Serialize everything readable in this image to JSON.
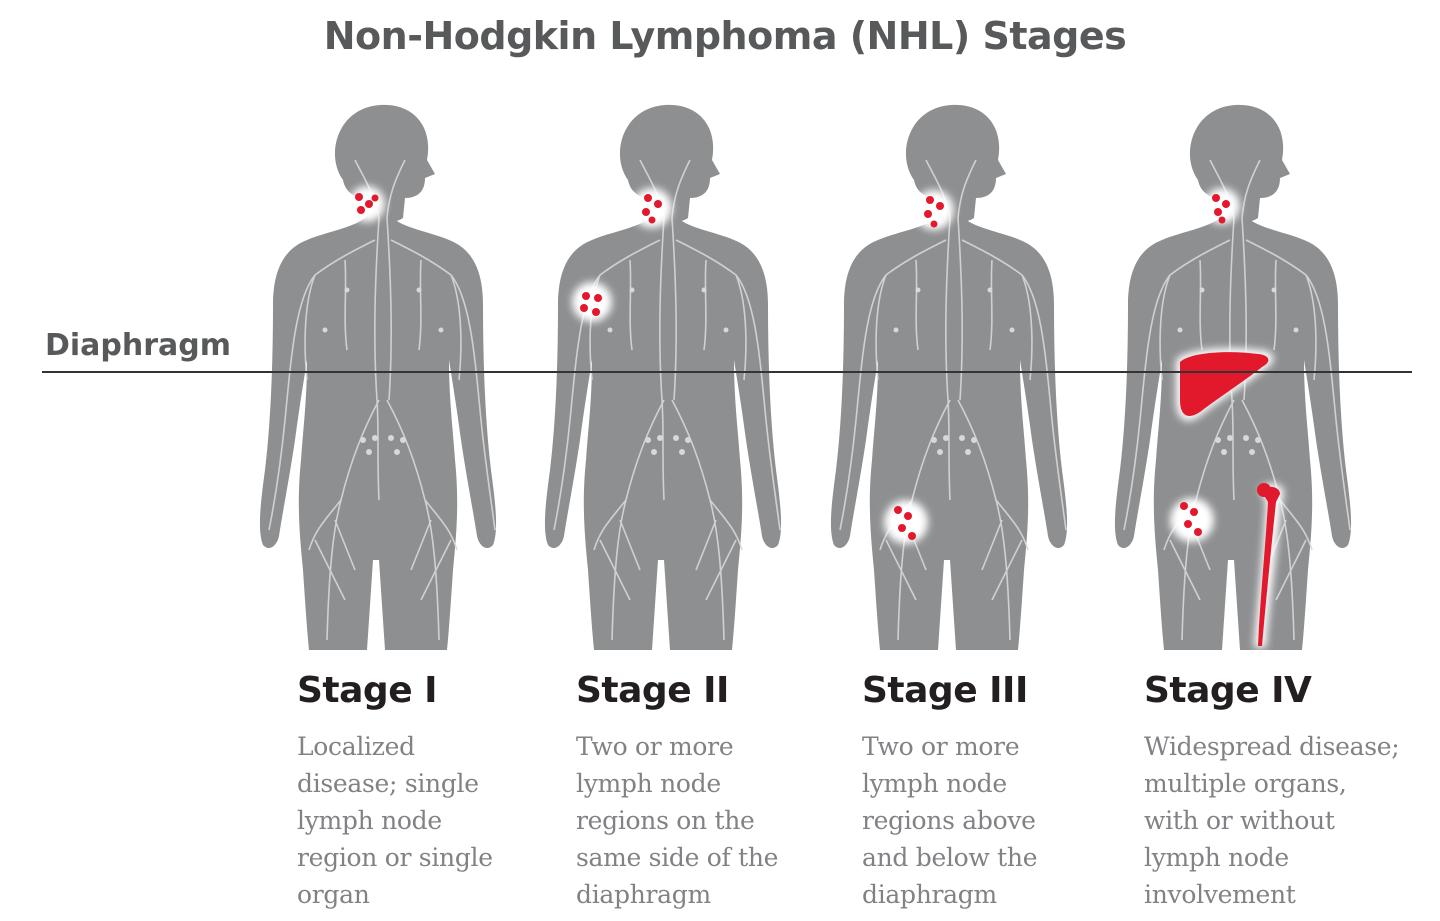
{
  "title": "Non-Hodgkin Lymphoma (NHL) Stages",
  "diaphragm_label": "Diaphragm",
  "colors": {
    "body": "#8e8f91",
    "vessel": "#d7d8d9",
    "disease": "#e2192c",
    "text_gray": "#58595b"
  },
  "stages": [
    {
      "name": "Stage I",
      "description": "Localized\ndisease; single\nlymph node\nregion or single\norgan"
    },
    {
      "name": "Stage II",
      "description": "Two or more\nlymph node\nregions on the\nsame side of the\ndiaphragm"
    },
    {
      "name": "Stage III",
      "description": "Two or more\nlymph node\nregions above\nand below the\ndiaphragm"
    },
    {
      "name": "Stage IV",
      "description": "Widespread disease;\nmultiple organs,\nwith or without\nlymph node\ninvolvement"
    }
  ]
}
